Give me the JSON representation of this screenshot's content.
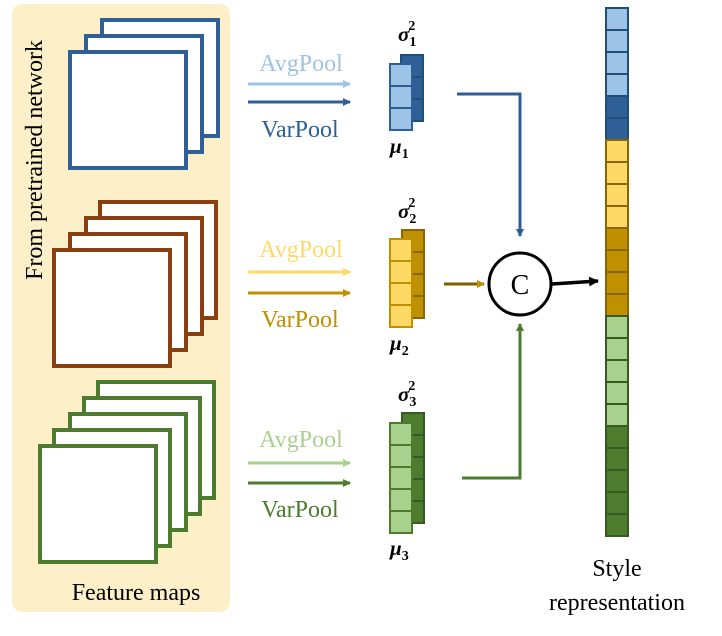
{
  "panel": {
    "side_label": "From pretrained network",
    "bottom_label": "Feature maps"
  },
  "colors": {
    "panel_bg": "#FDEFC8",
    "blue": "#2E6097",
    "blue_light": "#9DC3E6",
    "orange": "#8B3E0F",
    "gold": "#BF9000",
    "gold_light": "#FFD966",
    "green": "#4D7C2E",
    "green_light": "#A9D18E"
  },
  "groups": [
    {
      "id": "1",
      "avg_label": "AvgPool",
      "var_label": "VarPool",
      "mu_base": "μ",
      "mu_sub": "1",
      "sigma_base": "σ",
      "sigma_sub": "1",
      "sigma_sup": "2"
    },
    {
      "id": "2",
      "avg_label": "AvgPool",
      "var_label": "VarPool",
      "mu_base": "μ",
      "mu_sub": "2",
      "sigma_base": "σ",
      "sigma_sub": "2",
      "sigma_sup": "2"
    },
    {
      "id": "3",
      "avg_label": "AvgPool",
      "var_label": "VarPool",
      "mu_base": "μ",
      "mu_sub": "3",
      "sigma_base": "σ",
      "sigma_sub": "3",
      "sigma_sup": "2"
    }
  ],
  "concat": {
    "symbol": "C"
  },
  "output": {
    "label_line1": "Style",
    "label_line2": "representation"
  }
}
